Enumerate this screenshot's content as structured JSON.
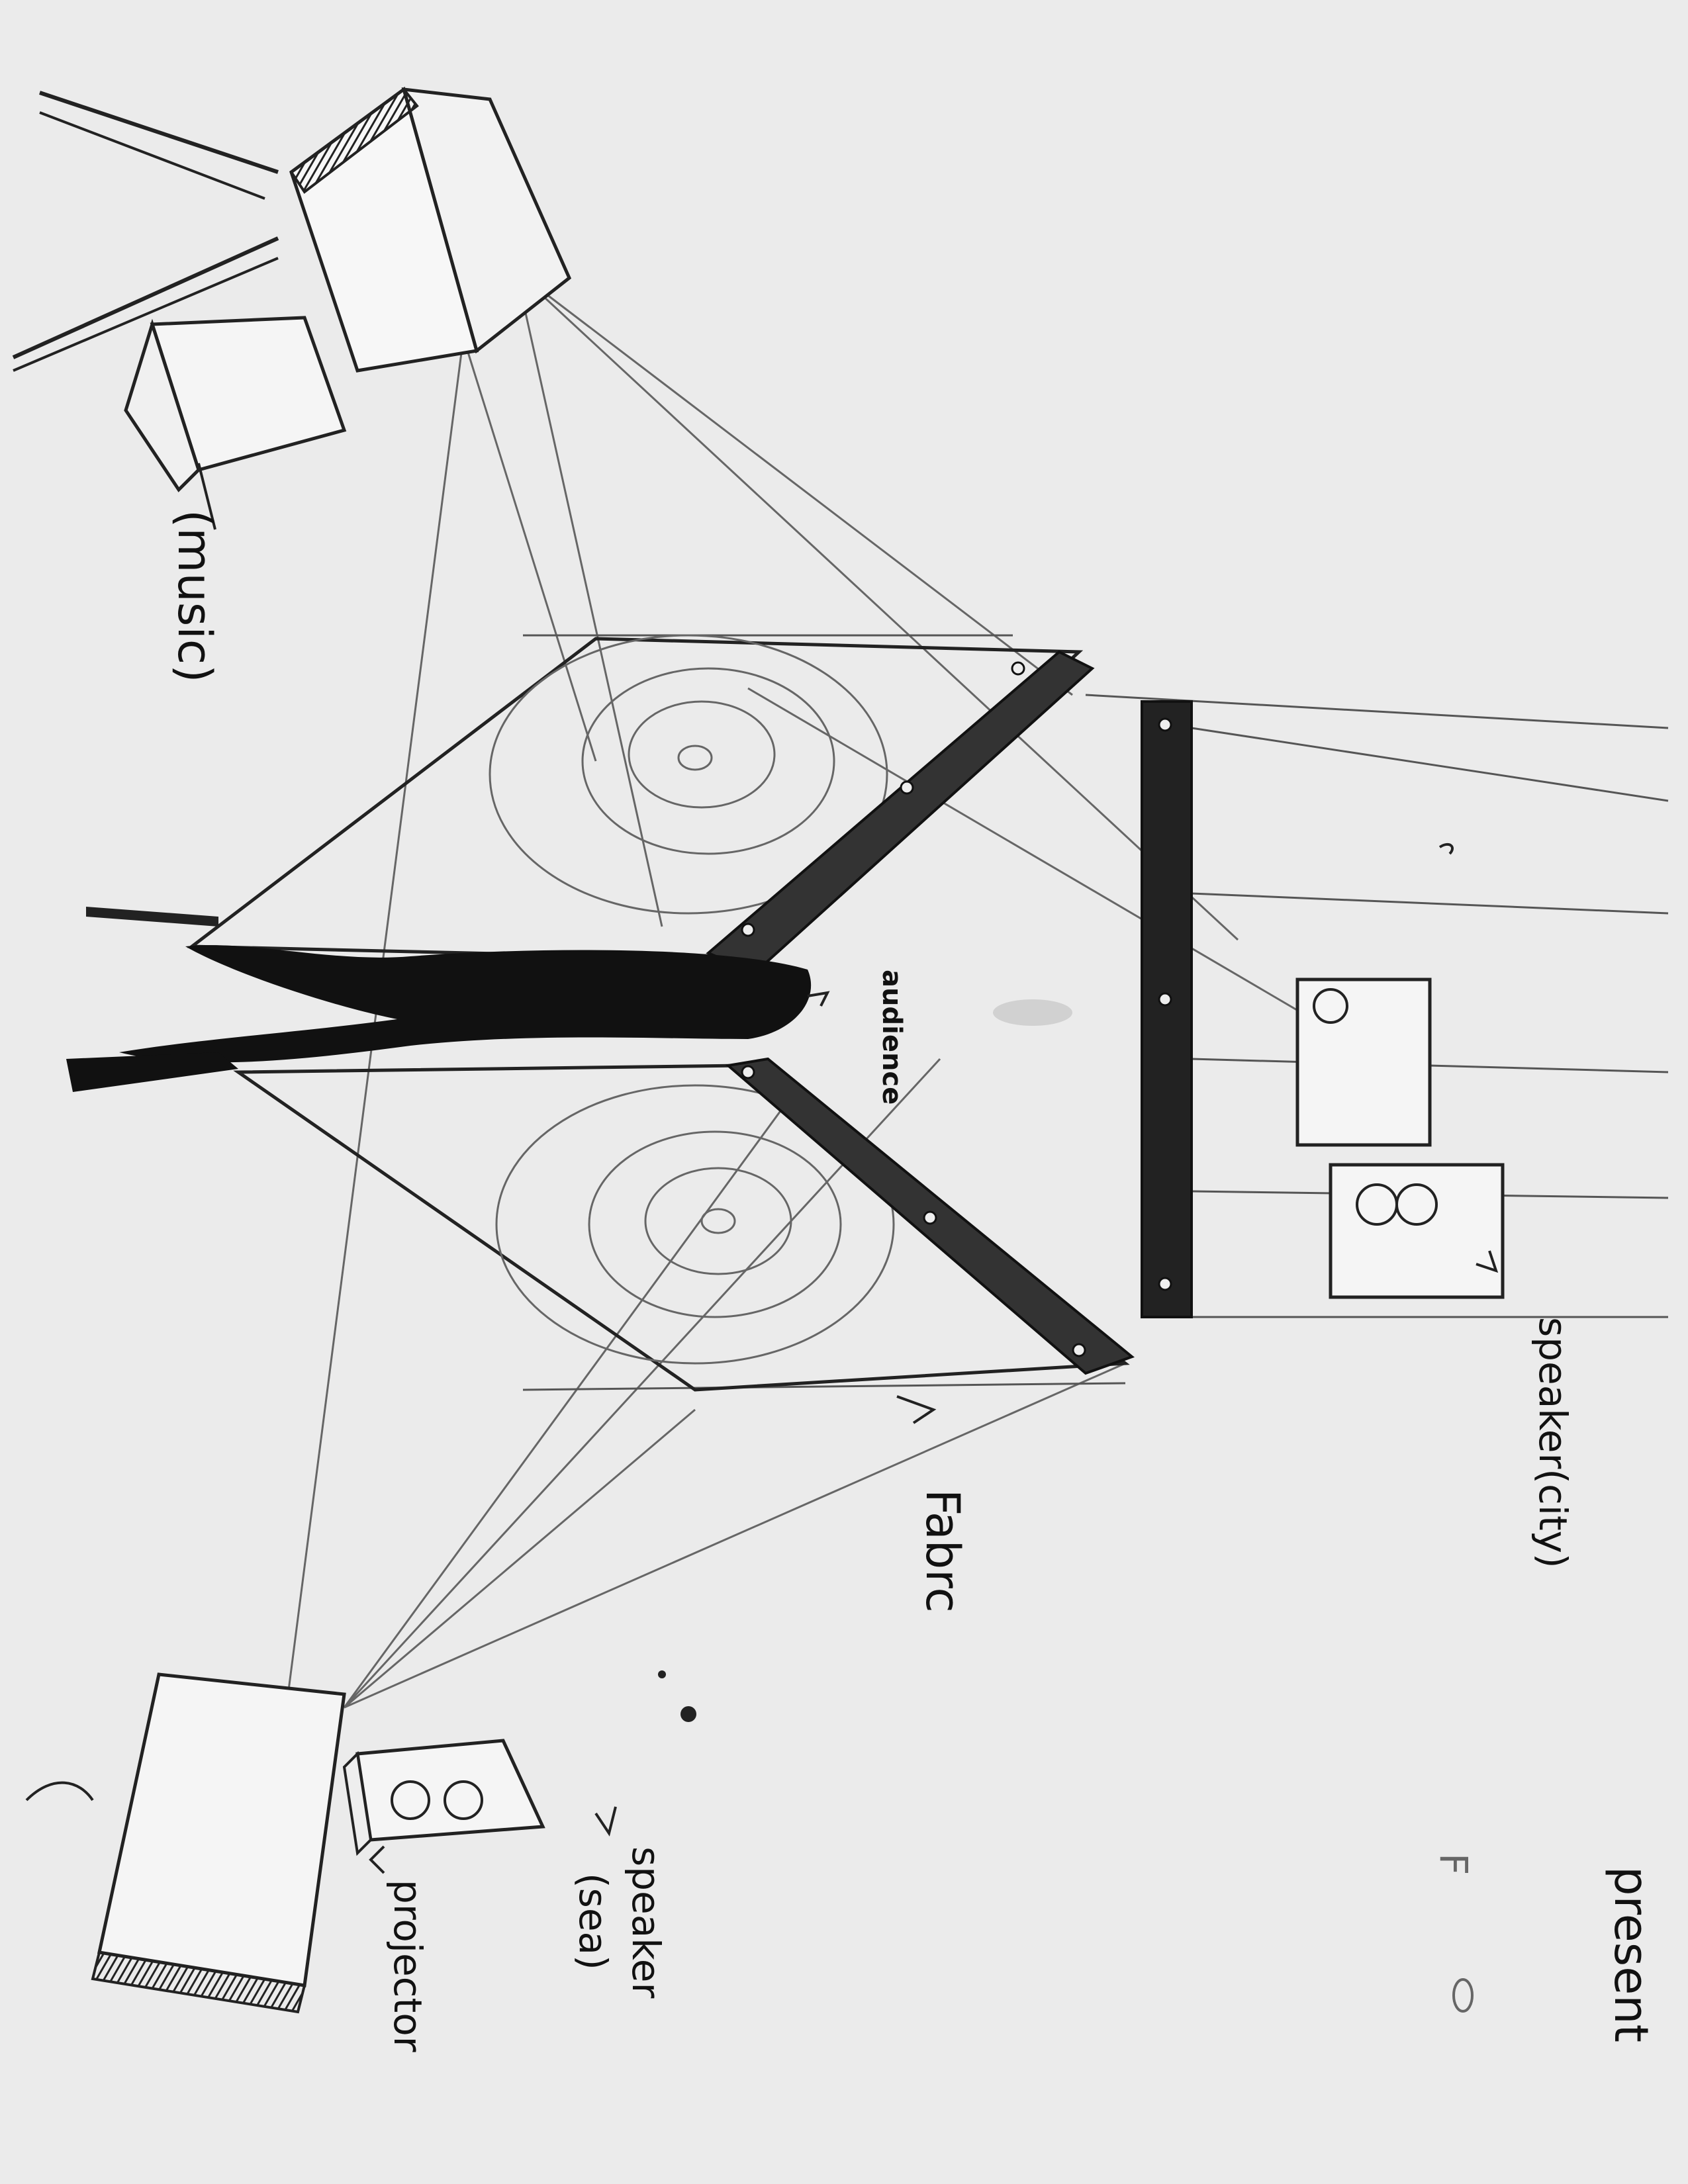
{
  "labels": {
    "music": "(music)",
    "audience": "audience",
    "fabric": "Fabrc",
    "speaker_city": "speaker(city)",
    "speaker_sea": "speaker",
    "speaker_sea_sub": "(sea)",
    "projector": "projector",
    "present": "present",
    "mark_letter": "F"
  },
  "colors": {
    "paper": "#ebebeb",
    "ink": "#111111",
    "pencil": "#555555"
  }
}
